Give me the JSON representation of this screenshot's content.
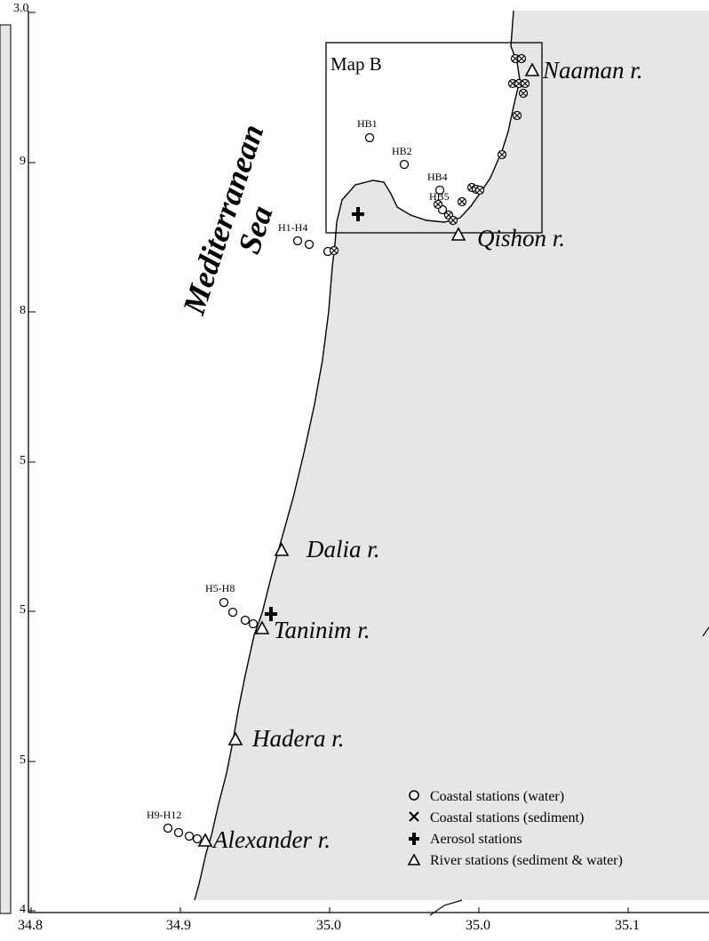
{
  "map": {
    "sea_label": "Mediterranean Sea",
    "inset_label": "Map B",
    "rivers": [
      {
        "name": "Naaman r.",
        "key": "naaman"
      },
      {
        "name": "Qishon r.",
        "key": "qishon"
      },
      {
        "name": "Dalia r.",
        "key": "dalia"
      },
      {
        "name": "Taninim r.",
        "key": "taninim"
      },
      {
        "name": "Hadera r.",
        "key": "hadera"
      },
      {
        "name": "Alexander r.",
        "key": "alexander"
      }
    ],
    "station_labels": {
      "hb1": "HB1",
      "hb2": "HB2",
      "hb4": "HB4",
      "hb5": "HB5",
      "h1_h4": "H1-H4",
      "h5_h8": "H5-H8",
      "h9_h12": "H9-H12"
    },
    "x_ticks": [
      "34.8",
      "34.9",
      "35.0",
      "35.0",
      "35.1"
    ],
    "y_ticks": [
      "3.0",
      "9",
      "8",
      "5",
      "5",
      "5",
      "4"
    ],
    "legend": [
      {
        "symbol": "circle",
        "label": "Coastal stations (water)"
      },
      {
        "symbol": "x",
        "label": "Coastal stations (sediment)"
      },
      {
        "symbol": "plus",
        "label": "Aerosol stations"
      },
      {
        "symbol": "triangle",
        "label": "River stations (sediment & water)"
      }
    ],
    "colors": {
      "land": "#e6e6e6",
      "sea": "#ffffff",
      "ink": "#000000"
    }
  }
}
